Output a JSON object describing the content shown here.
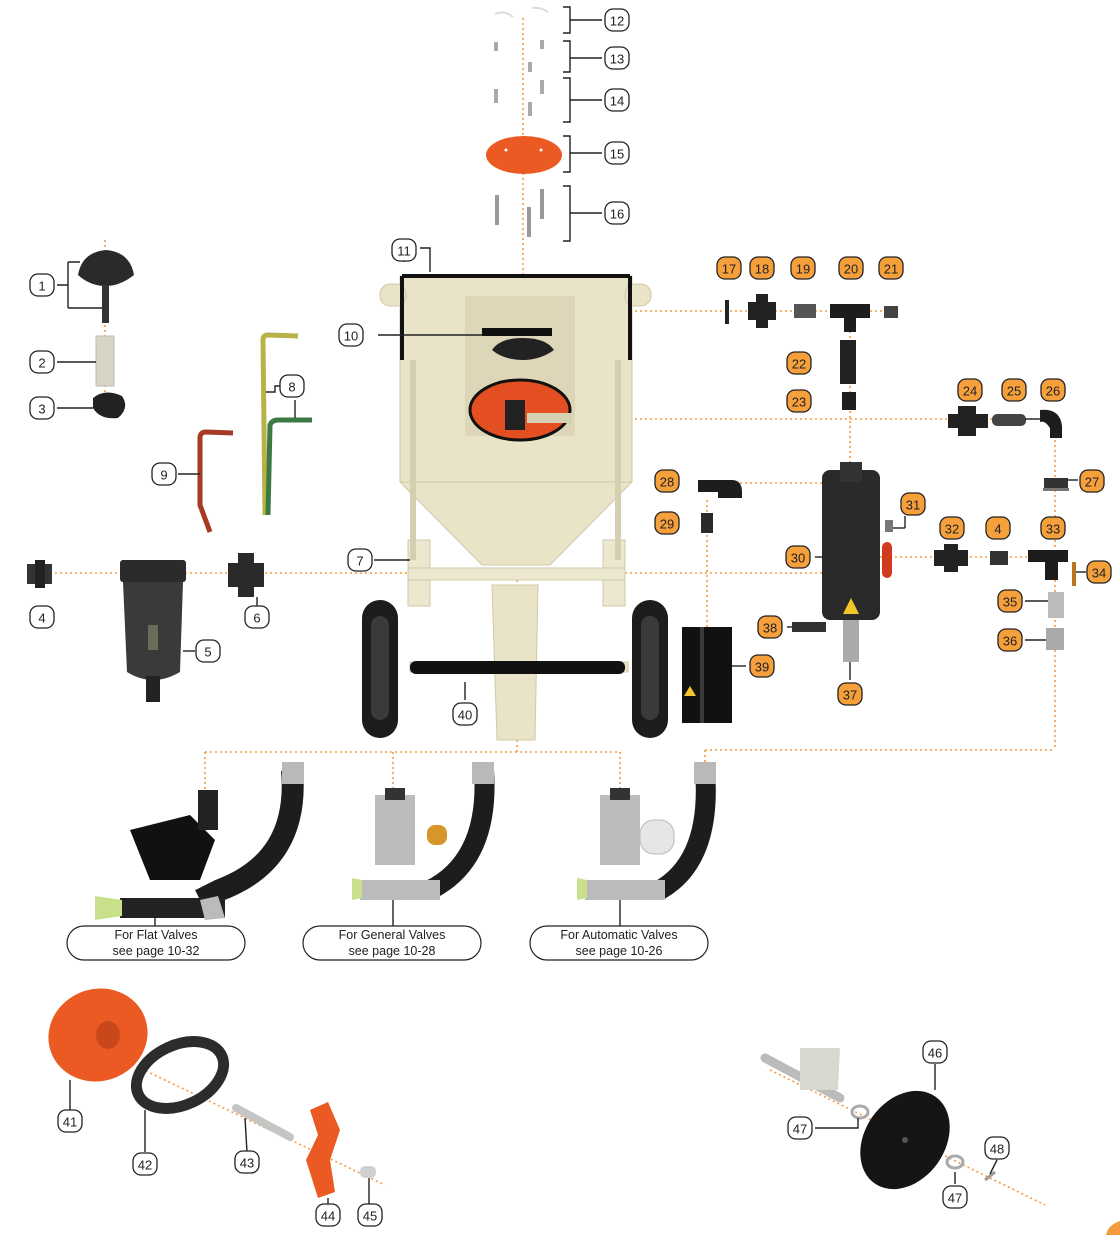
{
  "colors": {
    "accent": "#f39a3c",
    "badge_fill": "#f6a03c",
    "part_orange": "#ec5a24",
    "tank_cream": "#e9e3c8"
  },
  "callouts": {
    "c1": "1",
    "c2": "2",
    "c3": "3",
    "c4a": "4",
    "c5": "5",
    "c6": "6",
    "c7": "7",
    "c8": "8",
    "c9": "9",
    "c10": "10",
    "c11": "11",
    "c12": "12",
    "c13": "13",
    "c14": "14",
    "c15": "15",
    "c16": "16",
    "c17": "17",
    "c18": "18",
    "c19": "19",
    "c20": "20",
    "c21": "21",
    "c22": "22",
    "c23": "23",
    "c24": "24",
    "c25": "25",
    "c26": "26",
    "c27": "27",
    "c28": "28",
    "c29": "29",
    "c30": "30",
    "c31": "31",
    "c32": "32",
    "c4b": "4",
    "c33": "33",
    "c34": "34",
    "c35": "35",
    "c36": "36",
    "c37": "37",
    "c38": "38",
    "c39": "39",
    "c40": "40",
    "c41": "41",
    "c42": "42",
    "c43": "43",
    "c44": "44",
    "c45": "45",
    "c46": "46",
    "c47a": "47",
    "c47b": "47",
    "c48": "48"
  },
  "valve_notes": {
    "flat": {
      "line1": "For Flat Valves",
      "line2": "see page 10-32"
    },
    "general": {
      "line1": "For General Valves",
      "line2": "see page 10-28"
    },
    "automatic": {
      "line1": "For Automatic Valves",
      "line2": "see page 10-26"
    }
  }
}
